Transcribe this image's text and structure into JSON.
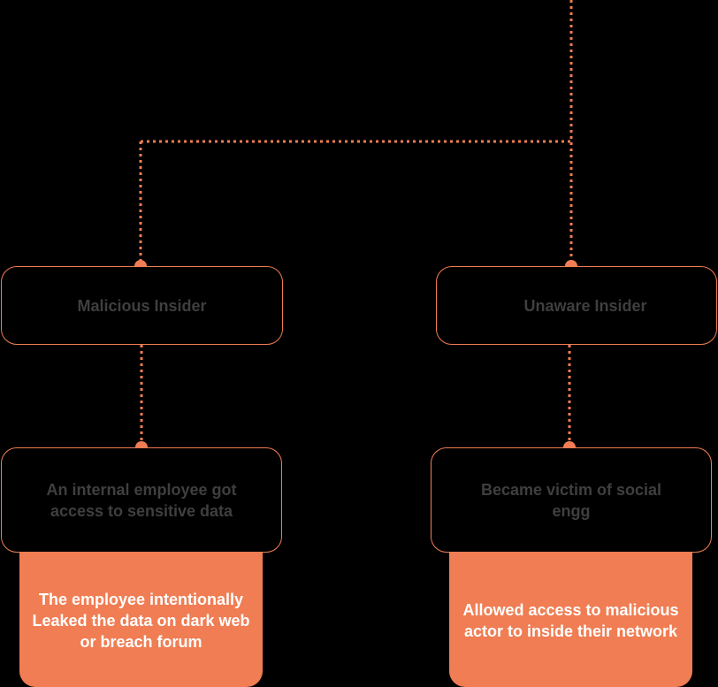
{
  "colors": {
    "background": "#000000",
    "accent": "#f07d53",
    "node_text": "#3f3f3f",
    "outcome_text": "#ffffff"
  },
  "nodes": {
    "malicious_insider": "Malicious Insider",
    "unaware_insider": "Unaware Insider",
    "internal_employee": "An internal employee got access to sensitive data",
    "victim_social": "Became victim of social engg"
  },
  "outcomes": {
    "leaked_data": "The employee intentionally Leaked the data on dark web or breach forum",
    "allowed_access": "Allowed access to malicious actor to inside their network"
  }
}
